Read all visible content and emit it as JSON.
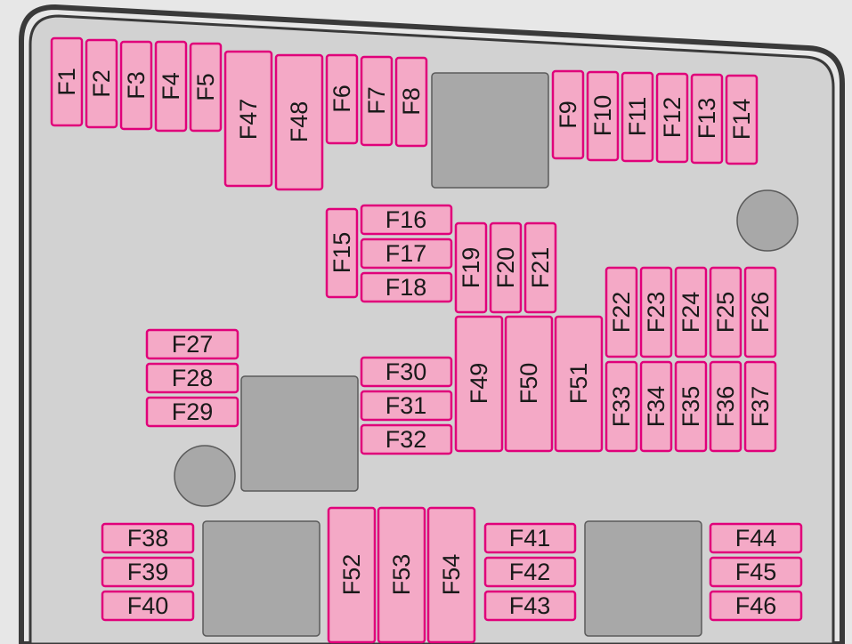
{
  "colors": {
    "background": "#e7e7e7",
    "box_fill": "#d2d2d2",
    "box_border": "#3a3a3a",
    "fuse_fill": "#f4a9c6",
    "fuse_border": "#e0007a",
    "relay_fill": "#a8a8a8",
    "relay_border": "#5a5a5a"
  },
  "fuses": [
    {
      "label": "F1",
      "orientation": "vertical"
    },
    {
      "label": "F2",
      "orientation": "vertical"
    },
    {
      "label": "F3",
      "orientation": "vertical"
    },
    {
      "label": "F4",
      "orientation": "vertical"
    },
    {
      "label": "F5",
      "orientation": "vertical"
    },
    {
      "label": "F47",
      "orientation": "vertical"
    },
    {
      "label": "F48",
      "orientation": "vertical"
    },
    {
      "label": "F6",
      "orientation": "vertical"
    },
    {
      "label": "F7",
      "orientation": "vertical"
    },
    {
      "label": "F8",
      "orientation": "vertical"
    },
    {
      "label": "F9",
      "orientation": "vertical"
    },
    {
      "label": "F10",
      "orientation": "vertical"
    },
    {
      "label": "F11",
      "orientation": "vertical"
    },
    {
      "label": "F12",
      "orientation": "vertical"
    },
    {
      "label": "F13",
      "orientation": "vertical"
    },
    {
      "label": "F14",
      "orientation": "vertical"
    },
    {
      "label": "F15",
      "orientation": "vertical"
    },
    {
      "label": "F16",
      "orientation": "horizontal"
    },
    {
      "label": "F17",
      "orientation": "horizontal"
    },
    {
      "label": "F18",
      "orientation": "horizontal"
    },
    {
      "label": "F19",
      "orientation": "vertical"
    },
    {
      "label": "F20",
      "orientation": "vertical"
    },
    {
      "label": "F21",
      "orientation": "vertical"
    },
    {
      "label": "F22",
      "orientation": "vertical"
    },
    {
      "label": "F23",
      "orientation": "vertical"
    },
    {
      "label": "F24",
      "orientation": "vertical"
    },
    {
      "label": "F25",
      "orientation": "vertical"
    },
    {
      "label": "F26",
      "orientation": "vertical"
    },
    {
      "label": "F27",
      "orientation": "horizontal"
    },
    {
      "label": "F28",
      "orientation": "horizontal"
    },
    {
      "label": "F29",
      "orientation": "horizontal"
    },
    {
      "label": "F30",
      "orientation": "horizontal"
    },
    {
      "label": "F31",
      "orientation": "horizontal"
    },
    {
      "label": "F32",
      "orientation": "horizontal"
    },
    {
      "label": "F49",
      "orientation": "vertical"
    },
    {
      "label": "F50",
      "orientation": "vertical"
    },
    {
      "label": "F51",
      "orientation": "vertical"
    },
    {
      "label": "F33",
      "orientation": "vertical"
    },
    {
      "label": "F34",
      "orientation": "vertical"
    },
    {
      "label": "F35",
      "orientation": "vertical"
    },
    {
      "label": "F36",
      "orientation": "vertical"
    },
    {
      "label": "F37",
      "orientation": "vertical"
    },
    {
      "label": "F38",
      "orientation": "horizontal"
    },
    {
      "label": "F39",
      "orientation": "horizontal"
    },
    {
      "label": "F40",
      "orientation": "horizontal"
    },
    {
      "label": "F52",
      "orientation": "vertical"
    },
    {
      "label": "F53",
      "orientation": "vertical"
    },
    {
      "label": "F54",
      "orientation": "vertical"
    },
    {
      "label": "F41",
      "orientation": "horizontal"
    },
    {
      "label": "F42",
      "orientation": "horizontal"
    },
    {
      "label": "F43",
      "orientation": "horizontal"
    },
    {
      "label": "F44",
      "orientation": "horizontal"
    },
    {
      "label": "F45",
      "orientation": "horizontal"
    },
    {
      "label": "F46",
      "orientation": "horizontal"
    }
  ]
}
